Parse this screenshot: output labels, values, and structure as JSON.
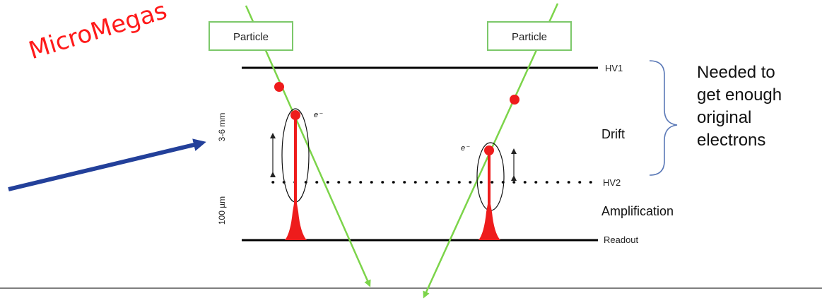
{
  "title_label": "MicroMegas",
  "particles": [
    {
      "label": "Particle"
    },
    {
      "label": "Particle"
    }
  ],
  "levels": {
    "hv1": "HV1",
    "drift": "Drift",
    "hv2": "HV2",
    "amplification": "Amplification",
    "readout": "Readout"
  },
  "dimensions": {
    "drift_gap": "3-6 mm",
    "amplification_gap": "100 µm"
  },
  "electron_label": "e⁻",
  "note": {
    "lines": [
      "Needed to",
      "get  enough",
      "original",
      "electrons"
    ]
  },
  "colors": {
    "track": "#7cd44a",
    "signal": "#ee1c1c",
    "arrow": "#23409a",
    "title": "#ff1a1a"
  }
}
